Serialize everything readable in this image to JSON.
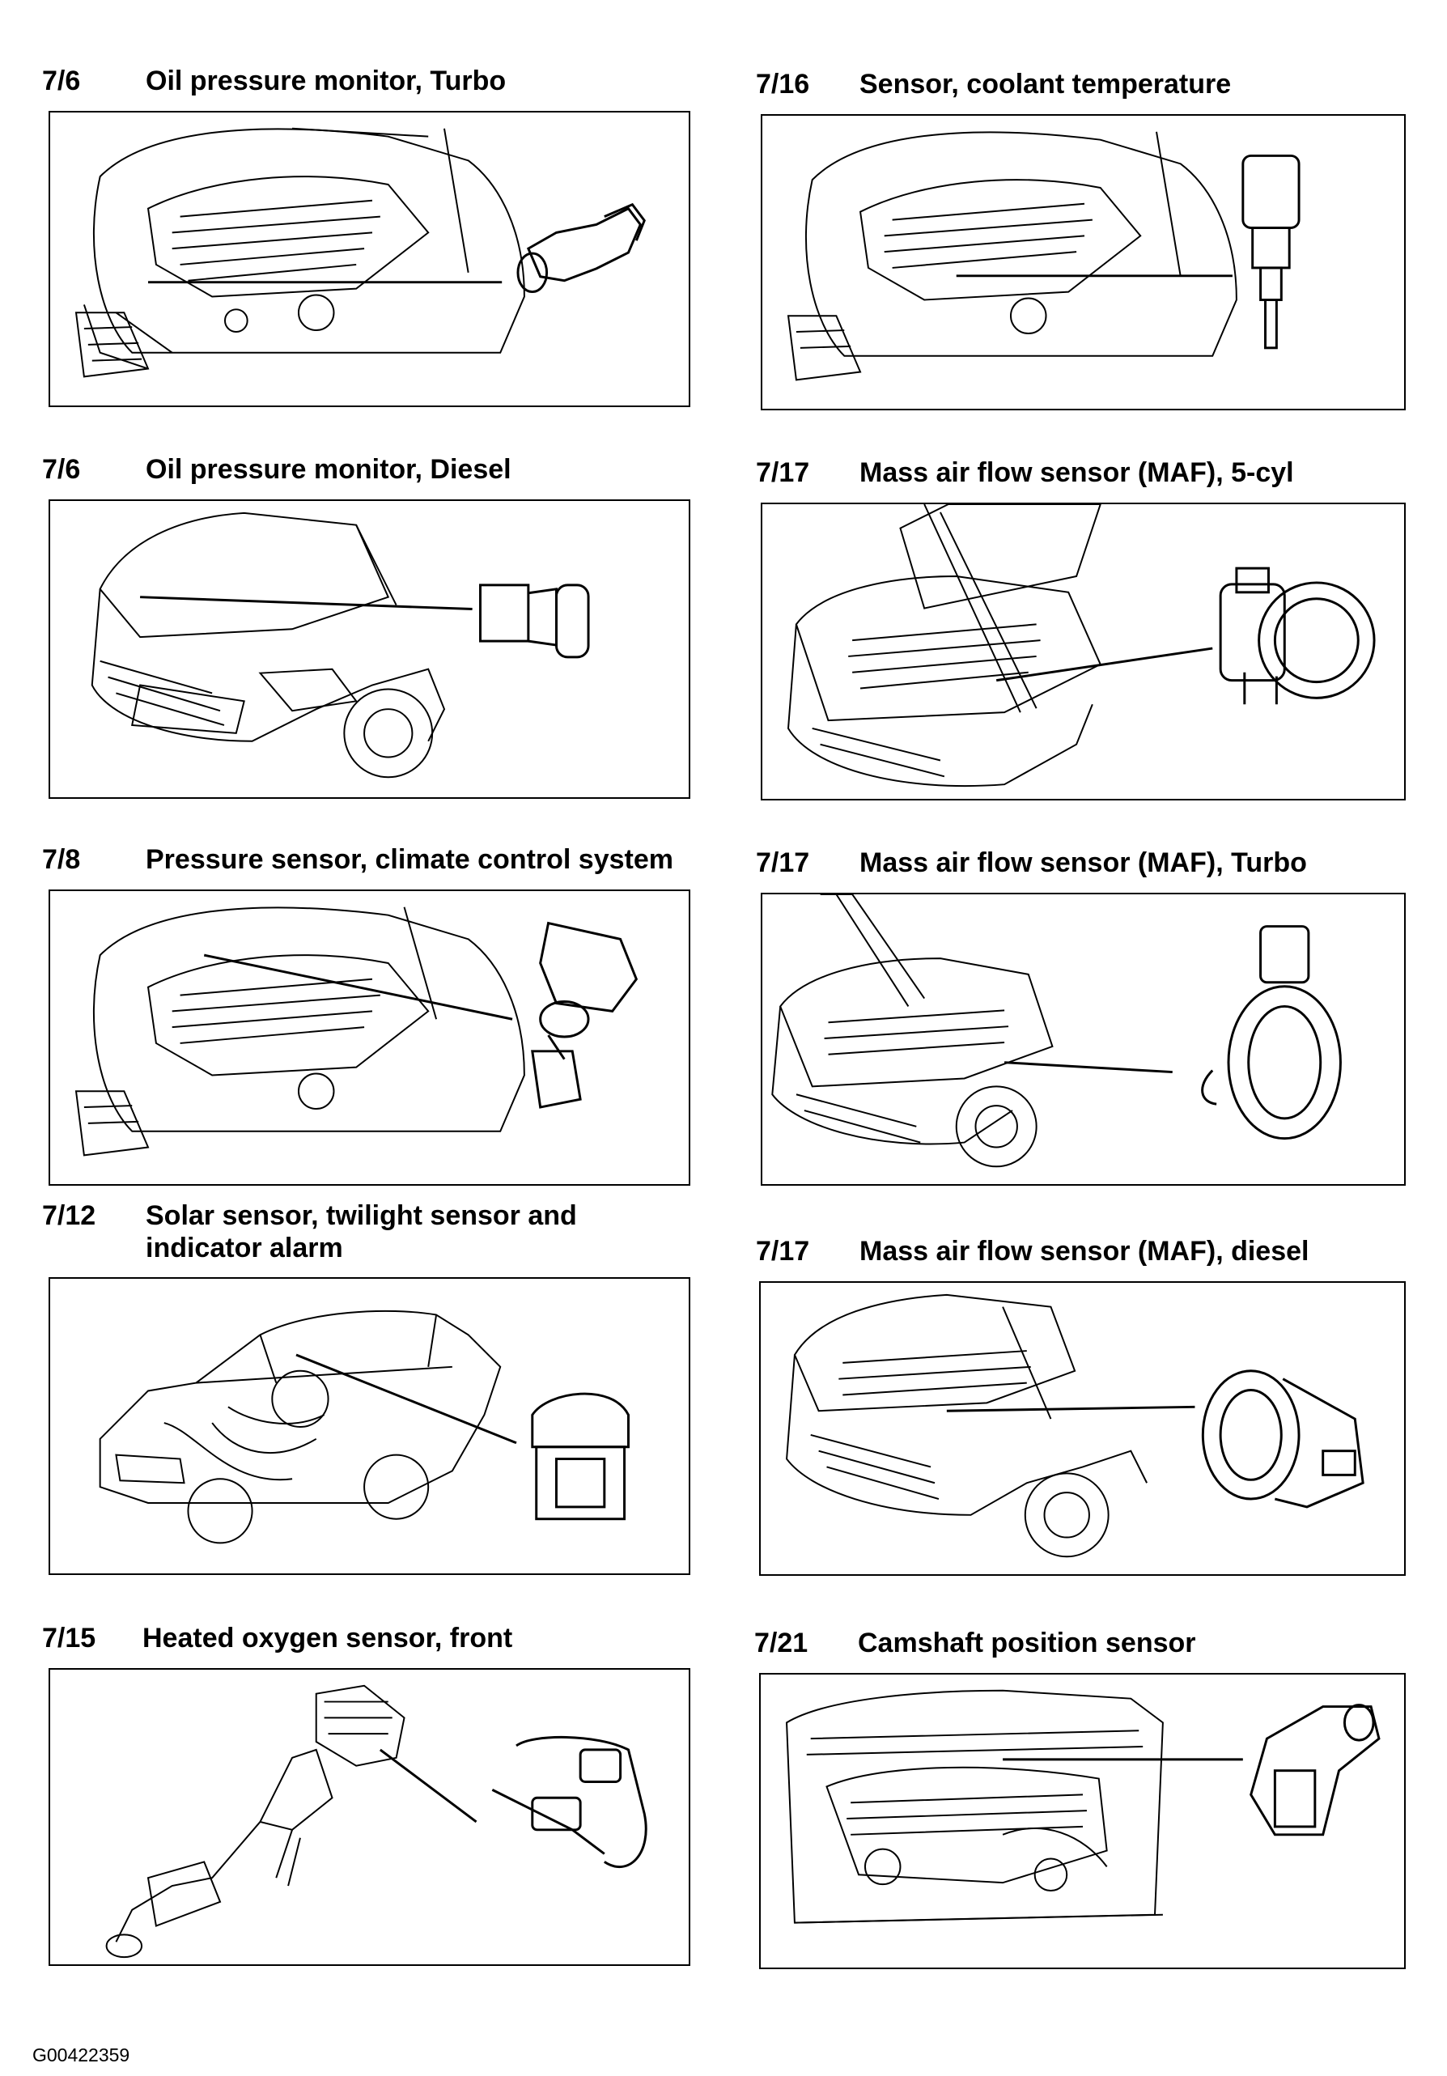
{
  "items": [
    {
      "id": "7/6",
      "title": [
        "Oil pressure monitor, Turbo"
      ],
      "icon": "engine-bay-with-oil-pressure-switch"
    },
    {
      "id": "7/16",
      "title": [
        "Sensor, coolant temperature"
      ],
      "icon": "engine-bay-with-coolant-temperature-sensor"
    },
    {
      "id": "7/6",
      "title": [
        "Oil pressure monitor, Diesel"
      ],
      "icon": "car-front-with-oil-pressure-switch"
    },
    {
      "id": "7/17",
      "title": [
        "Mass air flow sensor (MAF), 5-cyl"
      ],
      "icon": "car-front-with-maf-sensor"
    },
    {
      "id": "7/8",
      "title": [
        "Pressure sensor, climate control system"
      ],
      "icon": "engine-bay-with-pressure-sensor"
    },
    {
      "id": "7/17",
      "title": [
        "Mass air flow sensor (MAF), Turbo"
      ],
      "icon": "car-front-with-maf-sensor"
    },
    {
      "id": "7/12",
      "title": [
        "Solar sensor, twilight sensor and",
        "indicator alarm"
      ],
      "icon": "car-cutaway-with-solar-sensor"
    },
    {
      "id": "7/17",
      "title": [
        "Mass air flow sensor (MAF), diesel"
      ],
      "icon": "car-front-with-maf-sensor"
    },
    {
      "id": "7/15",
      "title": [
        "Heated oxygen sensor, front"
      ],
      "icon": "exhaust-manifold-with-oxygen-sensor"
    },
    {
      "id": "7/21",
      "title": [
        "Camshaft position sensor"
      ],
      "icon": "engine-bay-with-camshaft-sensor"
    }
  ],
  "footer": {
    "code": "G00422359"
  }
}
